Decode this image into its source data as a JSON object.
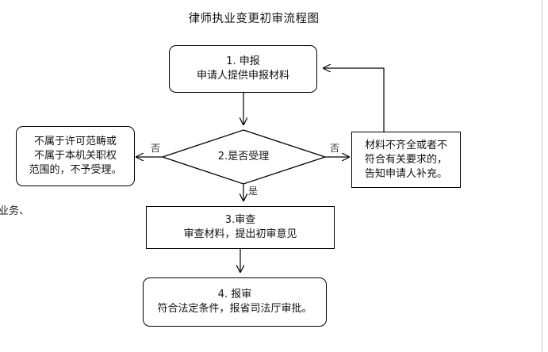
{
  "title": "律师执业变更初审流程图",
  "side_fragment": "业务、",
  "nodes": {
    "apply": {
      "line1": "1.  申报",
      "line2": "申请人提供申报材料"
    },
    "decision": {
      "text": "2.是否受理"
    },
    "reject": {
      "line1": "不属于许可范畴或",
      "line2": "不属于本机关职权",
      "line3": "范围的，不予受理。"
    },
    "supplement": {
      "line1": "材料不齐全或者不",
      "line2": "符合有关要求的，",
      "line3": "告知申请人补充。"
    },
    "review": {
      "line1": "3.审查",
      "line2": "审查材料，提出初审意见"
    },
    "submit": {
      "line1": "4.  报审",
      "line2": "符合法定条件，报省司法厅审批。"
    }
  },
  "edge_labels": {
    "no_left": "否",
    "no_right": "否",
    "yes": "是"
  }
}
